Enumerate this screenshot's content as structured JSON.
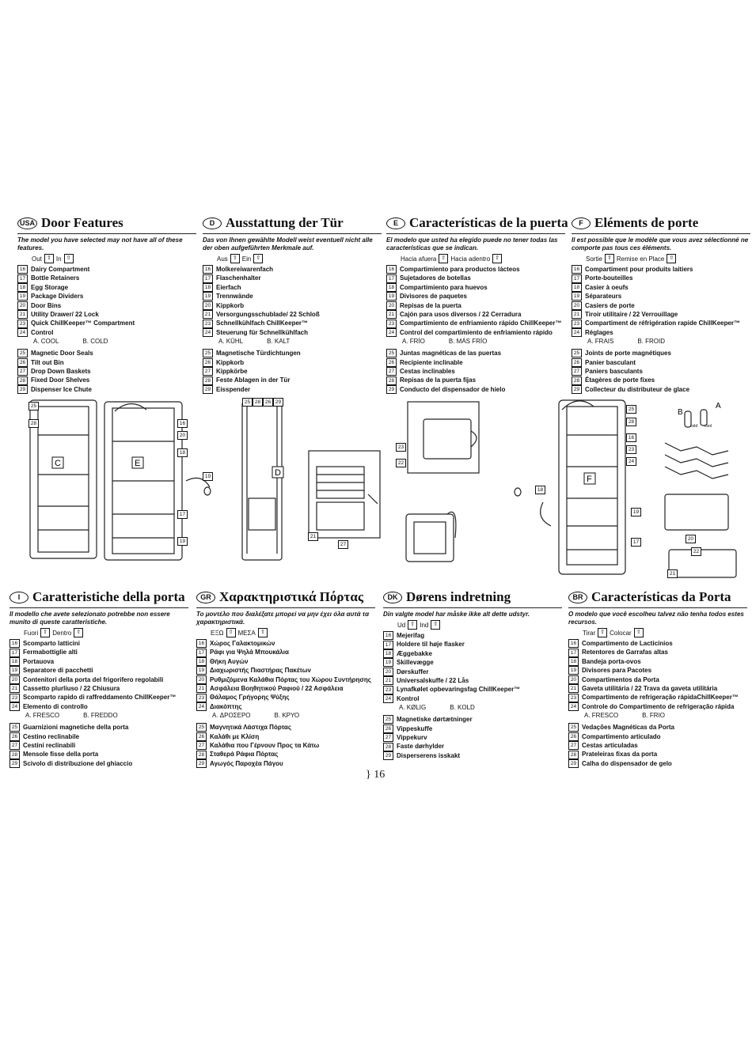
{
  "sections": [
    {
      "badge": "USA",
      "title": "Door Features",
      "note": "The model you have selected may not have all of these features.",
      "out": "Out",
      "in": "In",
      "out_icon": "arrow-up-icon",
      "in_icon": "arrow-up-icon",
      "items_a": [
        {
          "n": "16",
          "t": "Dairy Compartment"
        },
        {
          "n": "17",
          "t": "Bottle Retainers"
        },
        {
          "n": "18",
          "t": "Egg Storage"
        },
        {
          "n": "19",
          "t": "Package Dividers"
        },
        {
          "n": "20",
          "t": "Door Bins"
        },
        {
          "n": "21",
          "t": "Utility Drawer/ 22 Lock"
        },
        {
          "n": "23",
          "t": "Quick ChillKeeper™ Compartment"
        },
        {
          "n": "24",
          "t": "Control"
        }
      ],
      "a": "A. COOL",
      "b": "B. COLD",
      "items_b": [
        {
          "n": "25",
          "t": "Magnetic Door Seals"
        },
        {
          "n": "26",
          "t": "Tilt out Bin"
        },
        {
          "n": "27",
          "t": "Drop Down Baskets"
        },
        {
          "n": "28",
          "t": "Fixed Door Shelves"
        },
        {
          "n": "29",
          "t": "Dispenser Ice Chute"
        }
      ]
    },
    {
      "badge": "D",
      "title": "Ausstattung der Tür",
      "note": "Das von Ihnen gewählte Modell weist eventuell nicht alle der oben aufgeführten Merkmale auf.",
      "out": "Aus",
      "in": "Ein",
      "out_icon": "arrow-up-icon",
      "in_icon": "arrow-up-icon",
      "items_a": [
        {
          "n": "16",
          "t": "Molkereiwarenfach"
        },
        {
          "n": "17",
          "t": "Flaschenhalter"
        },
        {
          "n": "18",
          "t": "Eierfach"
        },
        {
          "n": "19",
          "t": "Trennwände"
        },
        {
          "n": "20",
          "t": "Kippkorb"
        },
        {
          "n": "21",
          "t": "Versorgungsschublade/ 22 Schloß"
        },
        {
          "n": "23",
          "t": "Schnellkühlfach ChillKeeper™"
        },
        {
          "n": "24",
          "t": "Steuerung für Schnellkühlfach"
        }
      ],
      "a": "A. KÜHL",
      "b": "B. KALT",
      "items_b": [
        {
          "n": "25",
          "t": "Magnetische Türdichtungen"
        },
        {
          "n": "26",
          "t": "Kippkorb"
        },
        {
          "n": "27",
          "t": "Kippkörbe"
        },
        {
          "n": "28",
          "t": "Feste Ablagen in der Tür"
        },
        {
          "n": "29",
          "t": "Eisspender"
        }
      ]
    },
    {
      "badge": "E",
      "title": "Características de la puerta",
      "note": "El modelo que usted ha elegido puede no tener todas las características que se indican.",
      "out": "Hacia afuera",
      "in": "Hacia adentro",
      "out_icon": "arrow-up-icon",
      "in_icon": "arrow-up-icon",
      "items_a": [
        {
          "n": "16",
          "t": "Compartimiento para productos lácteos"
        },
        {
          "n": "17",
          "t": "Sujetadores de botellas"
        },
        {
          "n": "18",
          "t": "Compartimiento para huevos"
        },
        {
          "n": "19",
          "t": "Divisores de paquetes"
        },
        {
          "n": "20",
          "t": "Repisas de la puerta"
        },
        {
          "n": "21",
          "t": "Cajón para usos diversos / 22 Cerradura"
        },
        {
          "n": "23",
          "t": "Compartimiento de enfriamiento rápido ChillKeeper™"
        },
        {
          "n": "24",
          "t": "Control del compartimiento de enfriamiento rápido"
        }
      ],
      "a": "A. FRÍO",
      "b": "B. MÁS FRÍO",
      "items_b": [
        {
          "n": "25",
          "t": "Juntas magnéticas de las puertas"
        },
        {
          "n": "26",
          "t": "Recipiente inclinable"
        },
        {
          "n": "27",
          "t": "Cestas inclinables"
        },
        {
          "n": "28",
          "t": "Repisas de la puerta fijas"
        },
        {
          "n": "29",
          "t": "Conducto del dispensador de hielo"
        }
      ]
    },
    {
      "badge": "F",
      "title": "Eléments de porte",
      "note": "Il est possible que le modèle que vous avez sélectionné ne comporte pas tous ces éléments.",
      "out": "Sortie",
      "in": "Remise en Place",
      "out_icon": "arrow-up-icon",
      "in_icon": "arrow-up-icon",
      "items_a": [
        {
          "n": "16",
          "t": "Compartiment pour produits laitiers"
        },
        {
          "n": "17",
          "t": "Porte-bouteilles"
        },
        {
          "n": "18",
          "t": "Casier à oeufs"
        },
        {
          "n": "19",
          "t": "Séparateurs"
        },
        {
          "n": "20",
          "t": "Casiers de porte"
        },
        {
          "n": "21",
          "t": "Tiroir utilitaire / 22 Verrouillage"
        },
        {
          "n": "23",
          "t": "Compartiment de réfrigération rapide ChillKeeper™"
        },
        {
          "n": "24",
          "t": "Réglages"
        }
      ],
      "a": "A. FRAIS",
      "b": "B. FROID",
      "items_b": [
        {
          "n": "25",
          "t": "Joints de porte magnétiques"
        },
        {
          "n": "26",
          "t": "Panier basculant"
        },
        {
          "n": "27",
          "t": "Paniers basculants"
        },
        {
          "n": "28",
          "t": "Étagères de porte fixes"
        },
        {
          "n": "29",
          "t": "Collecteur du distributeur de glace"
        }
      ]
    },
    {
      "badge": "I",
      "title": "Caratteristiche della porta",
      "note": "Il modello che avete selezionato potrebbe non essere munito di queste caratteristiche.",
      "out": "Fuori",
      "in": "Dentro",
      "out_icon": "arrow-up-icon",
      "in_icon": "arrow-up-icon",
      "items_a": [
        {
          "n": "16",
          "t": "Scomparto latticini"
        },
        {
          "n": "17",
          "t": "Fermabottiglie alti"
        },
        {
          "n": "18",
          "t": "Portauova"
        },
        {
          "n": "19",
          "t": "Separatore di pacchetti"
        },
        {
          "n": "20",
          "t": "Contenitori della porta del frigorifero regolabili"
        },
        {
          "n": "21",
          "t": "Cassetto plurliuso / 22 Chiusura"
        },
        {
          "n": "23",
          "t": "Scomparto rapido di raffreddamento ChillKeeper™"
        },
        {
          "n": "24",
          "t": "Elemento di controllo"
        }
      ],
      "a": "A. FRESCO",
      "b": "B. FREDDO",
      "items_b": [
        {
          "n": "25",
          "t": "Guarnizioni magnetiche della porta"
        },
        {
          "n": "26",
          "t": "Cestino reclinabile"
        },
        {
          "n": "27",
          "t": "Cestini reclinabili"
        },
        {
          "n": "28",
          "t": "Mensole fisse della porta"
        },
        {
          "n": "29",
          "t": "Scivolo di distribuzione del ghiaccio"
        }
      ]
    },
    {
      "badge": "GR",
      "title": "Χαρακτηριστικά Πόρτας",
      "note": "Το μοντέλο που διαλέξατε μπορεί να μην έχει όλα αυτά τα χαρακτηριστικά.",
      "out": "ΕΞΩ",
      "in": "ΜΕΣΑ",
      "out_icon": "arrow-up-icon",
      "in_icon": "arrow-up-icon",
      "items_a": [
        {
          "n": "16",
          "t": "Χώρος Γαλακτομικών"
        },
        {
          "n": "17",
          "t": "Ράφι για Ψηλά Μπουκάλια"
        },
        {
          "n": "18",
          "t": "Θήκη Αυγών"
        },
        {
          "n": "19",
          "t": "Διαχωριστής Πιαστήρας Πακέτων"
        },
        {
          "n": "20",
          "t": "Ρυθμιζόμενα Καλάθια Πόρτας του Χώρου Συντήρησης"
        },
        {
          "n": "21",
          "t": "Ασφάλεια Βοηθητικού Ραφιού / 22 Ασφάλεια"
        },
        {
          "n": "23",
          "t": "Θάλαμος Γρήγορης Ψύξης"
        },
        {
          "n": "24",
          "t": "Διακόπτης"
        }
      ],
      "a": "A. ΔΡΟΣΕΡΟ",
      "b": "B. ΚΡΥΟ",
      "items_b": [
        {
          "n": "25",
          "t": "Μαγνητικά Λάστιχα Πόρτας"
        },
        {
          "n": "26",
          "t": "Καλάθι με Κλίση"
        },
        {
          "n": "27",
          "t": "Καλάθια που Γέρνουν Προς τα Κάτω"
        },
        {
          "n": "28",
          "t": "Σταθερά Ράφια Πόρτας"
        },
        {
          "n": "29",
          "t": "Αγωγός Παροχέα Πάγου"
        }
      ]
    },
    {
      "badge": "DK",
      "title": "Dørens indretning",
      "note": "Din valgte model har måske ikke alt dette udstyr.",
      "out": "Ud",
      "in": "Ind",
      "out_icon": "arrow-up-icon",
      "in_icon": "arrow-up-icon",
      "items_a": [
        {
          "n": "16",
          "t": "Mejerifag"
        },
        {
          "n": "17",
          "t": "Holdere til høje flasker"
        },
        {
          "n": "18",
          "t": "Æggebakke"
        },
        {
          "n": "19",
          "t": "Skillevægge"
        },
        {
          "n": "20",
          "t": "Dørskuffer"
        },
        {
          "n": "21",
          "t": "Universalskuffe / 22 Lås"
        },
        {
          "n": "23",
          "t": "Lynafkølet opbevaringsfag ChillKeeper™"
        },
        {
          "n": "24",
          "t": "Kontrol"
        }
      ],
      "a": "A. KØLIG",
      "b": "B. KOLD",
      "items_b": [
        {
          "n": "25",
          "t": "Magnetiske dørtætninger"
        },
        {
          "n": "26",
          "t": "Vippeskuffe"
        },
        {
          "n": "27",
          "t": "Vippekurv"
        },
        {
          "n": "28",
          "t": "Faste dørhylder"
        },
        {
          "n": "29",
          "t": "Disperserens isskakt"
        }
      ]
    },
    {
      "badge": "BR",
      "title": "Características da Porta",
      "note": "O modelo que você escolheu talvez não tenha todos estes recursos.",
      "out": "Tirar",
      "in": "Colocar",
      "out_icon": "arrow-up-icon",
      "in_icon": "arrow-up-icon",
      "items_a": [
        {
          "n": "16",
          "t": "Compartimento de Lacticínios"
        },
        {
          "n": "17",
          "t": "Retentores de Garrafas altas"
        },
        {
          "n": "18",
          "t": "Bandeja porta-ovos"
        },
        {
          "n": "19",
          "t": "Divisores para Pacotes"
        },
        {
          "n": "20",
          "t": "Compartimentos da Porta"
        },
        {
          "n": "21",
          "t": "Gaveta utilitária / 22 Trava da gaveta utilitária"
        },
        {
          "n": "23",
          "t": "Compartimento de refrigeração rápidaChillKeeper™"
        },
        {
          "n": "24",
          "t": "Controle do Compartimento de refrigeração rápida"
        }
      ],
      "a": "A. FRESCO",
      "b": "B. FRIO",
      "items_b": [
        {
          "n": "25",
          "t": "Vedações Magnéticas da Porta"
        },
        {
          "n": "26",
          "t": "Compartimento articulado"
        },
        {
          "n": "27",
          "t": "Cestas articuladas"
        },
        {
          "n": "28",
          "t": "Prateleiras fixas da porta"
        },
        {
          "n": "29",
          "t": "Calha do dispensador de gelo"
        }
      ]
    }
  ],
  "diagrams": {
    "labels": [
      "C",
      "E",
      "D",
      "F"
    ],
    "callouts_left": [
      "25",
      "28",
      "16",
      "20",
      "18",
      "19",
      "17",
      "19"
    ],
    "callouts_mid": [
      "25",
      "28",
      "26",
      "29",
      "21",
      "27",
      "22",
      "23"
    ],
    "callouts_right": [
      "25",
      "28",
      "16",
      "23",
      "24",
      "19",
      "17",
      "20",
      "22",
      "21",
      "18"
    ],
    "control": {
      "b": "B",
      "a": "A",
      "cold": "cold",
      "cool": "cool"
    }
  },
  "page_number": "} 16"
}
